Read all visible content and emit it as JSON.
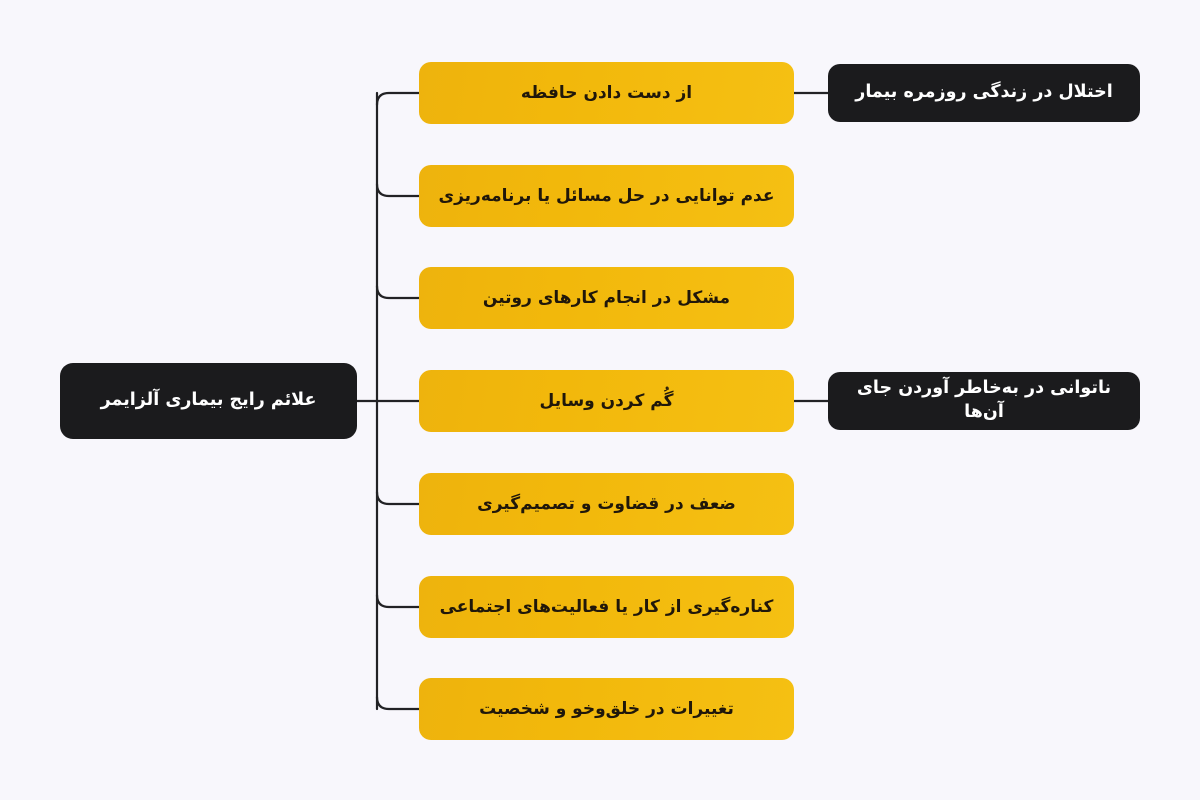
{
  "diagram": {
    "type": "mind-map",
    "language": "fa",
    "direction": "rtl",
    "background_color": "#f8f7fc",
    "accent_color": "#f2b80b",
    "dark_color": "#1b1b1d",
    "connector_color": "#222225"
  },
  "root": {
    "label": "علائم رایج بیماری آلزایمر"
  },
  "branches": [
    {
      "label": "از دست دادن حافظه"
    },
    {
      "label": "عدم توانایی در حل مسائل یا برنامه‌ریزی"
    },
    {
      "label": "مشکل در انجام کارهای روتین"
    },
    {
      "label": "گُم کردن وسایل"
    },
    {
      "label": "ضعف در قضاوت و تصمیم‌گیری"
    },
    {
      "label": "کناره‌گیری از کار یا فعالیت‌های اجتماعی"
    },
    {
      "label": "تغییرات در خلق‌وخو و شخصیت"
    }
  ],
  "details": [
    {
      "label": "اختلال در زندگی روزمره بیمار",
      "parent_branch": 0
    },
    {
      "label": "ناتوانی در به‌خاطر آوردن جای آن‌ها",
      "parent_branch": 3
    }
  ]
}
